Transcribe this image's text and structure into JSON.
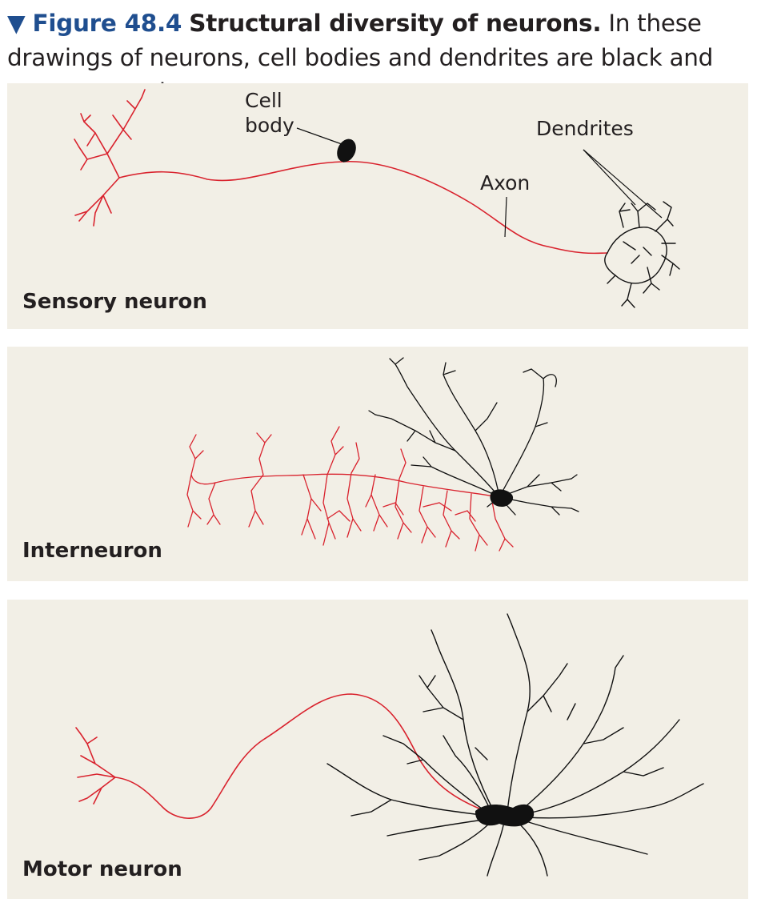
{
  "caption": {
    "marker": "▼",
    "figure_number": "Figure 48.4",
    "title": "Structural diversity of neurons.",
    "text": "In these drawings of neurons, cell bodies and dendrites are black and axons are red."
  },
  "colors": {
    "panel_bg": "#f2efe6",
    "axon": "#d9232e",
    "dendrite": "#111111",
    "figure_label": "#1f4e8f"
  },
  "panels": {
    "sensory": {
      "label": "Sensory neuron",
      "callouts": {
        "cell_body_line1": "Cell",
        "cell_body_line2": "body",
        "axon": "Axon",
        "dendrites": "Dendrites"
      }
    },
    "interneuron": {
      "label": "Interneuron"
    },
    "motor": {
      "label": "Motor neuron"
    }
  }
}
